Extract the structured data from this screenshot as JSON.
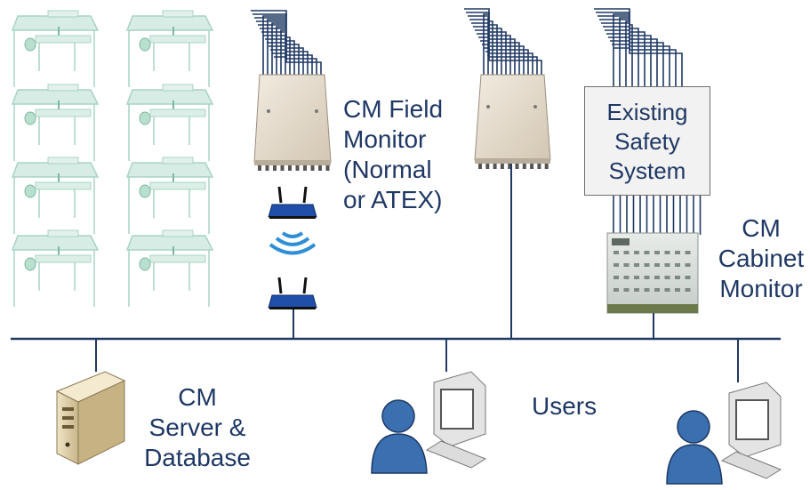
{
  "labels": {
    "field_monitor": [
      "CM Field",
      "Monitor",
      "(Normal",
      "or ATEX)"
    ],
    "safety_system": [
      "Existing",
      "Safety",
      "System"
    ],
    "cabinet_monitor": [
      "CM",
      "Cabinet",
      "Monitor"
    ],
    "server": [
      "CM",
      "Server &",
      "Database"
    ],
    "users": "Users"
  },
  "colors": {
    "label_text": "#1f3864",
    "bus_line": "#1f3864",
    "machine_frame": "#a8d4c4",
    "monitor_box": "#e6dccd",
    "router_body": "#1f4fa8",
    "wifi_waves": "#2f8fd6",
    "user_figure": "#3a6fb0"
  },
  "icons": {
    "machines": "machine-train-icon",
    "field_monitor": "field-monitor-box-icon",
    "router": "wireless-router-icon",
    "wifi": "wifi-signal-icon",
    "cabinet": "cabinet-monitor-icon",
    "server": "server-tower-icon",
    "user": "user-at-computer-icon"
  }
}
